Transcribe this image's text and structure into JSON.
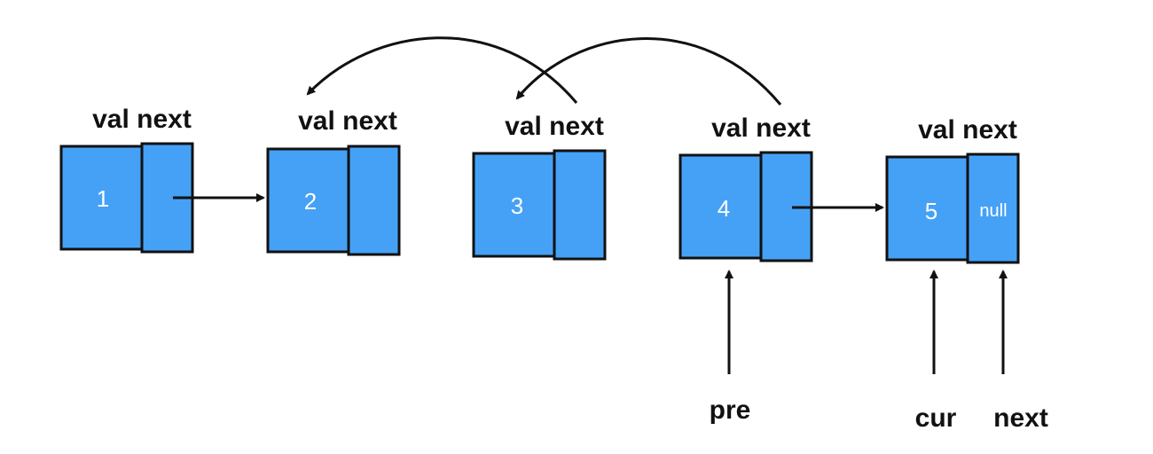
{
  "nodes": [
    {
      "header": "val next",
      "value": "1",
      "next_text": ""
    },
    {
      "header": "val next",
      "value": "2",
      "next_text": ""
    },
    {
      "header": "val next",
      "value": "3",
      "next_text": ""
    },
    {
      "header": "val next",
      "value": "4",
      "next_text": ""
    },
    {
      "header": "val next",
      "value": "5",
      "next_text": "null"
    }
  ],
  "pointers": {
    "pre": "pre",
    "cur": "cur",
    "next": "next"
  },
  "colors": {
    "node_fill": "#45a1f6",
    "outline": "#111111",
    "text_on_node": "#ffffff"
  }
}
